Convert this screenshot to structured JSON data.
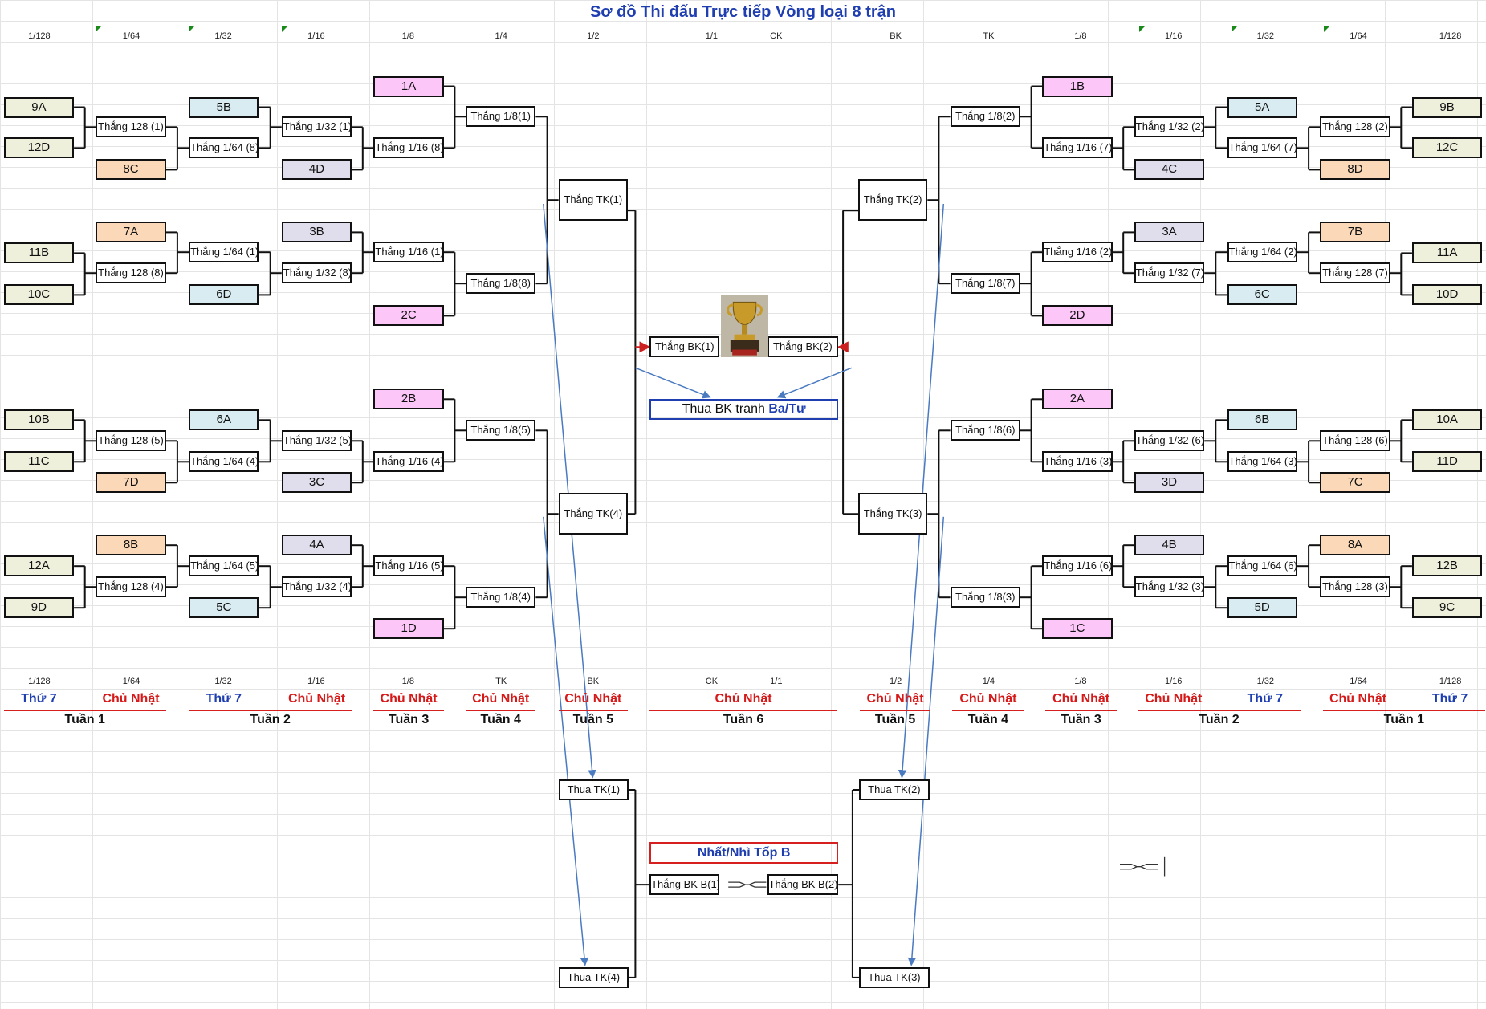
{
  "title": "Sơ đồ Thi đấu Trực tiếp Vòng loại 8 trận",
  "top_round_labels": [
    "1/128",
    "1/64",
    "1/32",
    "1/16",
    "1/8",
    "1/4",
    "1/2",
    "1/1",
    "CK",
    "BK",
    "TK",
    "1/8",
    "1/16",
    "1/32",
    "1/64",
    "1/128"
  ],
  "bottom_round_labels": [
    "1/128",
    "1/64",
    "1/32",
    "1/16",
    "1/8",
    "TK",
    "BK",
    "CK",
    "1/1",
    "1/2",
    "1/4",
    "1/8",
    "1/16",
    "1/32",
    "1/64",
    "1/128"
  ],
  "teams_left": {
    "r128": [
      [
        "9A",
        "12D"
      ],
      [
        "11B",
        "10C"
      ],
      [
        "10B",
        "11C"
      ],
      [
        "12A",
        "9D"
      ]
    ],
    "r64": [
      "8C",
      "7A",
      "7D",
      "8B"
    ],
    "r32": [
      "5B",
      "6D",
      "6A",
      "5C"
    ],
    "r16": [
      "4D",
      "3B",
      "3C",
      "4A"
    ],
    "r8": [
      "1A",
      "2C",
      "2B",
      "1D"
    ]
  },
  "teams_right": {
    "r128": [
      [
        "9B",
        "12C"
      ],
      [
        "11A",
        "10D"
      ],
      [
        "10A",
        "11D"
      ],
      [
        "12B",
        "9C"
      ]
    ],
    "r64": [
      "8D",
      "7B",
      "7C",
      "8A"
    ],
    "r32": [
      "5A",
      "6C",
      "6B",
      "5D"
    ],
    "r16": [
      "4C",
      "3A",
      "3D",
      "4B"
    ],
    "r8": [
      "1B",
      "2D",
      "2A",
      "1C"
    ]
  },
  "winners_left": {
    "c128": [
      "Thắng 128 (1)",
      "Thắng 128 (8)",
      "Thắng 128 (5)",
      "Thắng 128 (4)"
    ],
    "c64": [
      "Thắng 1/64 (8)",
      "Thắng 1/64 (1)",
      "Thắng 1/64 (4)",
      "Thắng 1/64 (5)"
    ],
    "c32": [
      "Thắng 1/32 (1)",
      "Thắng 1/32 (8)",
      "Thắng 1/32 (5)",
      "Thắng 1/32 (4)"
    ],
    "c16": [
      "Thắng 1/16 (8)",
      "Thắng 1/16 (1)",
      "Thắng 1/16 (4)",
      "Thắng 1/16 (5)"
    ],
    "c8": [
      "Thắng 1/8(1)",
      "Thắng 1/8(8)",
      "Thắng 1/8(5)",
      "Thắng 1/8(4)"
    ],
    "tk": [
      "Thắng TK(1)",
      "Thắng TK(4)"
    ]
  },
  "winners_right": {
    "c128": [
      "Thắng 128 (2)",
      "Thắng 128 (7)",
      "Thắng 128 (6)",
      "Thắng 128 (3)"
    ],
    "c64": [
      "Thắng 1/64 (7)",
      "Thắng 1/64 (2)",
      "Thắng 1/64 (3)",
      "Thắng 1/64 (6)"
    ],
    "c32": [
      "Thắng 1/32 (2)",
      "Thắng 1/32 (7)",
      "Thắng 1/32 (6)",
      "Thắng 1/32 (3)"
    ],
    "c16": [
      "Thắng 1/16 (7)",
      "Thắng 1/16 (2)",
      "Thắng 1/16 (3)",
      "Thắng 1/16 (6)"
    ],
    "c8": [
      "Thắng 1/8(2)",
      "Thắng 1/8(7)",
      "Thắng 1/8(6)",
      "Thắng 1/8(3)"
    ],
    "tk": [
      "Thắng TK(2)",
      "Thắng TK(3)"
    ]
  },
  "final": {
    "left": "Thắng BK(1)",
    "right": "Thắng BK(2)"
  },
  "third_place": {
    "prefix": "Thua BK tranh ",
    "highlight": "Ba/Tư"
  },
  "group_b": {
    "title": "Nhất/Nhì Tốp B",
    "losers": [
      "Thua TK(1)",
      "Thua TK(4)",
      "Thua TK(2)",
      "Thua TK(3)"
    ],
    "final_left": "Thắng BK B(1)",
    "final_right": "Thắng BK B(2)"
  },
  "days": [
    {
      "text": "Thứ 7",
      "color": "blue"
    },
    {
      "text": "Chủ Nhật",
      "color": "red"
    },
    {
      "text": "Thứ 7",
      "color": "blue"
    },
    {
      "text": "Chủ Nhật",
      "color": "red"
    },
    {
      "text": "Chủ Nhật",
      "color": "red"
    },
    {
      "text": "Chủ Nhật",
      "color": "red"
    },
    {
      "text": "Chủ Nhật",
      "color": "red"
    },
    {
      "text": "Chủ Nhật",
      "color": "red"
    },
    {
      "text": "Chủ Nhật",
      "color": "red"
    },
    {
      "text": "Chủ Nhật",
      "color": "red"
    },
    {
      "text": "Chủ Nhật",
      "color": "red"
    },
    {
      "text": "Chủ Nhật",
      "color": "red"
    },
    {
      "text": "Thứ 7",
      "color": "blue"
    },
    {
      "text": "Chủ Nhật",
      "color": "red"
    },
    {
      "text": "Thứ 7",
      "color": "blue"
    }
  ],
  "weeks": [
    "Tuần 1",
    "Tuần 2",
    "Tuần 3",
    "Tuần 4",
    "Tuần 5",
    "Tuần 6",
    "Tuần 5",
    "Tuần 4",
    "Tuần 3",
    "Tuần 2",
    "Tuần 1"
  ],
  "colors": {
    "title": "#1f3fb0",
    "arrow": "#4a7ac0",
    "red_arrow": "#cc2020",
    "team_tier_1": "#eef0dc",
    "team_tier_2": "#fbd8b8",
    "team_tier_3": "#d8ecf2",
    "team_tier_4": "#e0deec",
    "team_tier_5": "#fcc6f8"
  },
  "icons": {
    "trophy": "trophy-icon",
    "swap": "swap-arrows-icon"
  }
}
